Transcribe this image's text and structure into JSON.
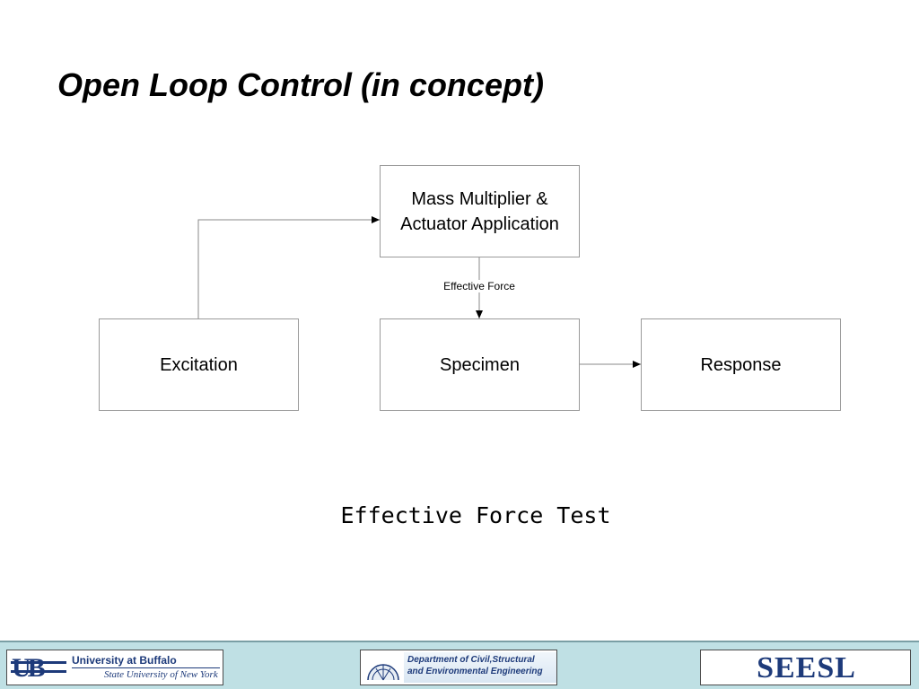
{
  "slide": {
    "title": "Open Loop Control (in concept)",
    "caption": "Effective Force Test"
  },
  "diagram": {
    "nodes": {
      "mass": "Mass Multiplier & Actuator Application",
      "excitation": "Excitation",
      "specimen": "Specimen",
      "response": "Response"
    },
    "edges": [
      {
        "from": "excitation",
        "to": "mass",
        "label": ""
      },
      {
        "from": "mass",
        "to": "specimen",
        "label": "Effective Force"
      },
      {
        "from": "specimen",
        "to": "response",
        "label": ""
      }
    ],
    "edge_label": "Effective Force",
    "colors": {
      "box_border": "#9a9a9a",
      "arrow": "#000000"
    }
  },
  "footer": {
    "background": "#bfe0e4",
    "ub_logo": {
      "name": "University at Buffalo",
      "subtitle": "State University of New York"
    },
    "dept_logo": {
      "line1": "Department of Civil,Structural",
      "line2": "and Environmental Engineering"
    },
    "lab_logo": {
      "name": "SEESL"
    }
  }
}
